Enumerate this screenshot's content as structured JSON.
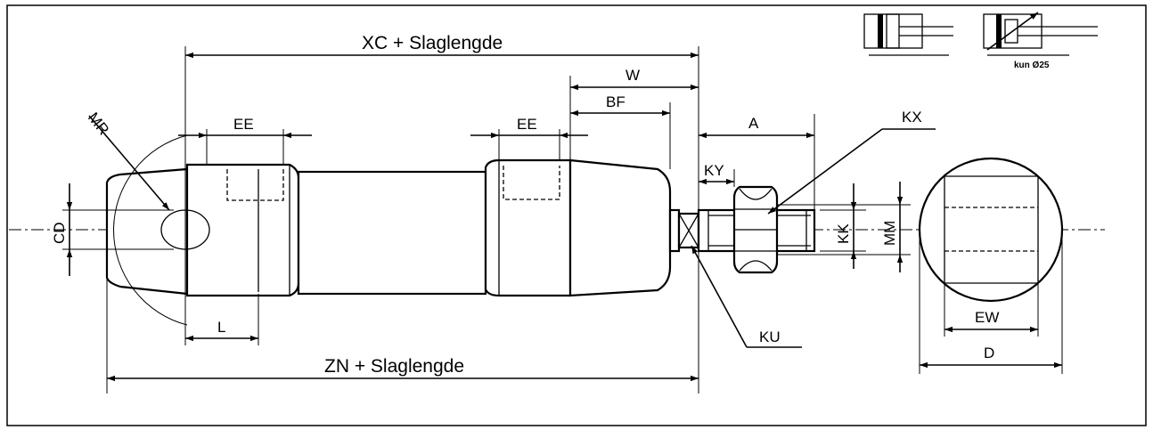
{
  "labels": {
    "xc": "XC + Slaglengde",
    "zn": "ZN + Slaglengde",
    "w": "W",
    "bf": "BF",
    "ee_left": "EE",
    "ee_right": "EE",
    "mr": "MR",
    "cd": "CD",
    "l": "L",
    "a": "A",
    "kx": "KX",
    "ky": "KY",
    "kk": "KK",
    "mm": "MM",
    "ku": "KU",
    "ew": "EW",
    "d": "D",
    "symbol_note": "kun Ø25"
  }
}
